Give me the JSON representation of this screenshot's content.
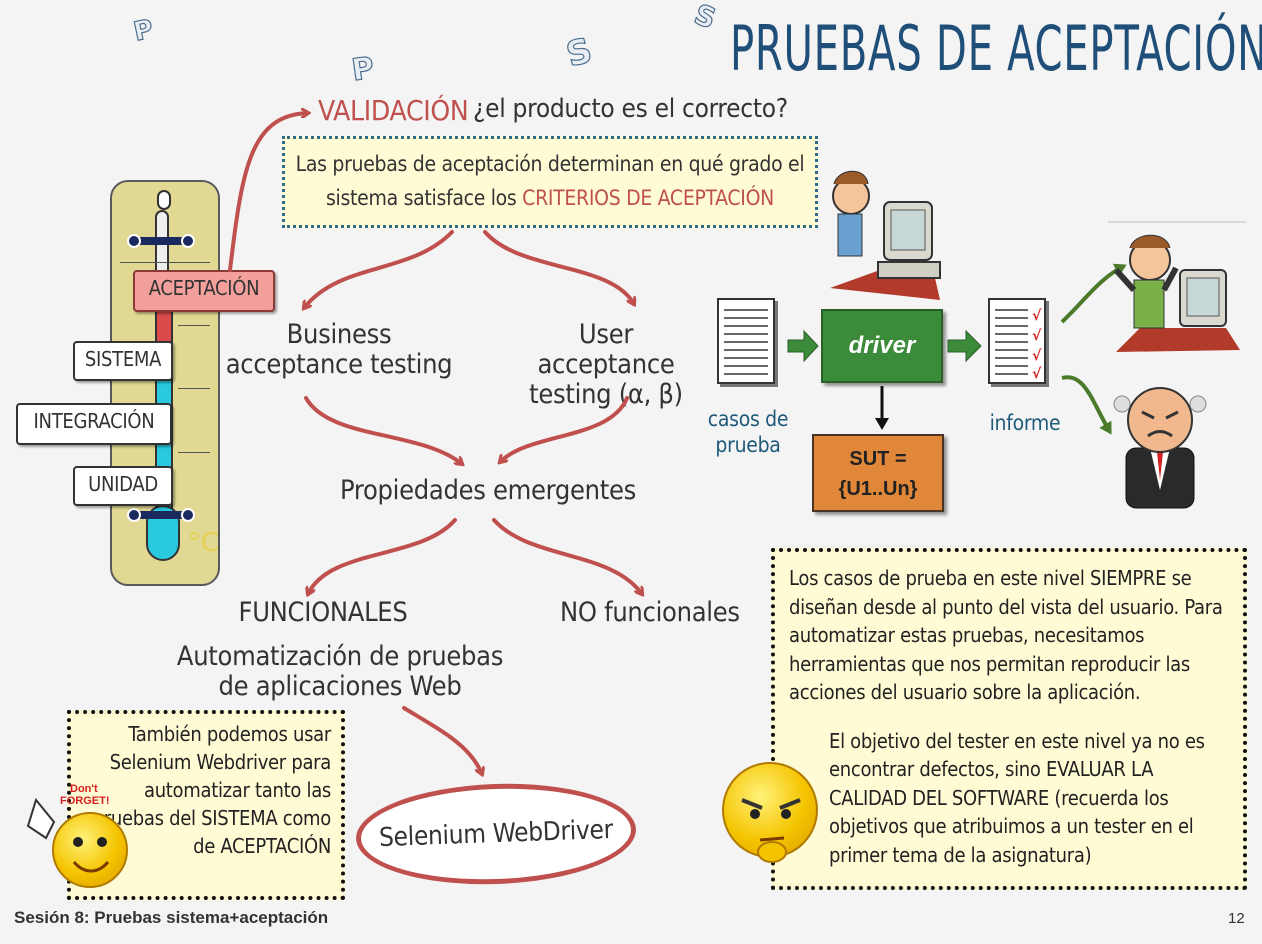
{
  "slide": {
    "title": "PRUEBAS DE ACEPTACIÓN",
    "deco_letters": [
      "P",
      "P",
      "S",
      "S"
    ],
    "footer": "Sesión 8: Pruebas sistema+aceptación",
    "page_number": "12"
  },
  "validation": {
    "label": "VALIDACIÓN",
    "question": "¿el producto es el correcto?",
    "description_pre": "Las pruebas de aceptación determinan en qué grado el sistema satisface los",
    "description_highlight": "CRITERIOS DE ACEPTACIÓN"
  },
  "thermometer": {
    "levels": [
      "ACEPTACIÓN",
      "SISTEMA",
      "INTEGRACIÓN",
      "UNIDAD"
    ],
    "unit": "°C"
  },
  "flow": {
    "business": "Business acceptance testing",
    "user": "User acceptance testing (α, β)",
    "emergent": "Propiedades emergentes",
    "functional": "FUNCIONALES",
    "non_functional": "NO funcionales",
    "automation": "Automatización de pruebas de aplicaciones Web",
    "selenium": "Selenium WebDriver"
  },
  "test_flow": {
    "test_cases": "casos de prueba",
    "driver": "driver",
    "sut_line1": "SUT =",
    "sut_line2": "{U1..Un}",
    "report": "informe",
    "check": "√"
  },
  "notes": {
    "right_p1": "Los casos de prueba en este nivel SIEMPRE se diseñan desde al punto del vista del usuario. Para automatizar estas pruebas, necesitamos herramientas que nos permitan reproducir las acciones del usuario sobre la aplicación.",
    "right_p2": "El objetivo del tester en este nivel ya no es encontrar defectos, sino EVALUAR LA CALIDAD DEL SOFTWARE (recuerda los objetivos que atribuimos a un tester en el primer tema de la asignatura)",
    "left": "También podemos usar Selenium Webdriver para automatizar tanto las pruebas del SISTEMA como de ACEPTACIÓN",
    "dont_forget_1": "Don't",
    "dont_forget_2": "FORGET!"
  },
  "colors": {
    "title_blue": "#1f4e79",
    "accent_red": "#c0504d",
    "driver_green": "#3c8b3a",
    "sut_orange": "#e1873a",
    "note_yellow": "#fffbd4"
  }
}
